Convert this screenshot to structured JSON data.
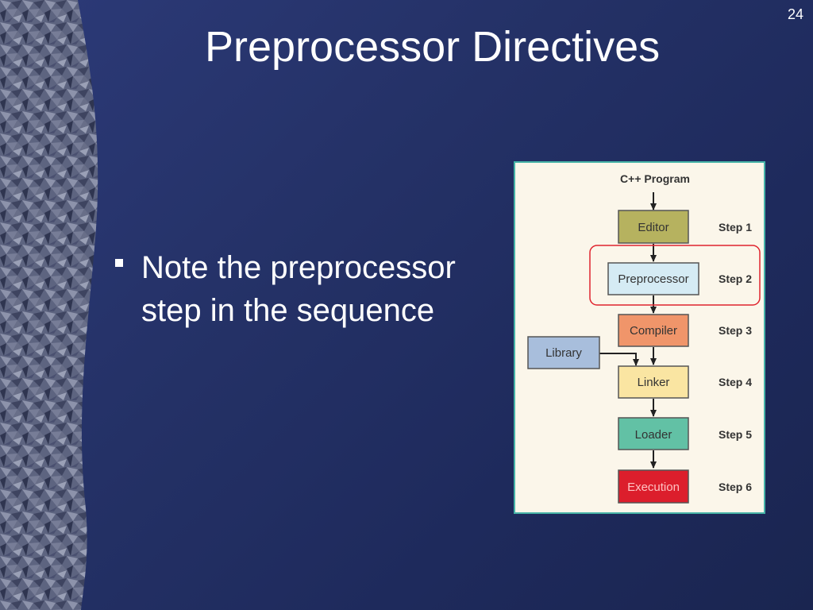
{
  "slide": {
    "page_number": "24",
    "title": "Preprocessor Directives"
  },
  "bullets": [
    {
      "line1": "Note the preprocessor",
      "line2": "step in the sequence"
    }
  ],
  "diagram": {
    "top_label": "C++ Program",
    "stages": [
      {
        "label": "Editor",
        "step": "Step 1",
        "fill": "#b6b25f"
      },
      {
        "label": "Preprocessor",
        "step": "Step 2",
        "fill": "#d5ebf4"
      },
      {
        "label": "Compiler",
        "step": "Step 3",
        "fill": "#f0956a"
      },
      {
        "label": "Linker",
        "step": "Step 4",
        "fill": "#fae5a2"
      },
      {
        "label": "Loader",
        "step": "Step 5",
        "fill": "#62c1a5"
      },
      {
        "label": "Execution",
        "step": "Step 6",
        "fill": "#dc1e2c"
      }
    ],
    "side_input": {
      "label": "Library",
      "fill": "#a8bedc"
    },
    "highlight_color": "#e0242e",
    "frame_color": "#46b3a7"
  }
}
